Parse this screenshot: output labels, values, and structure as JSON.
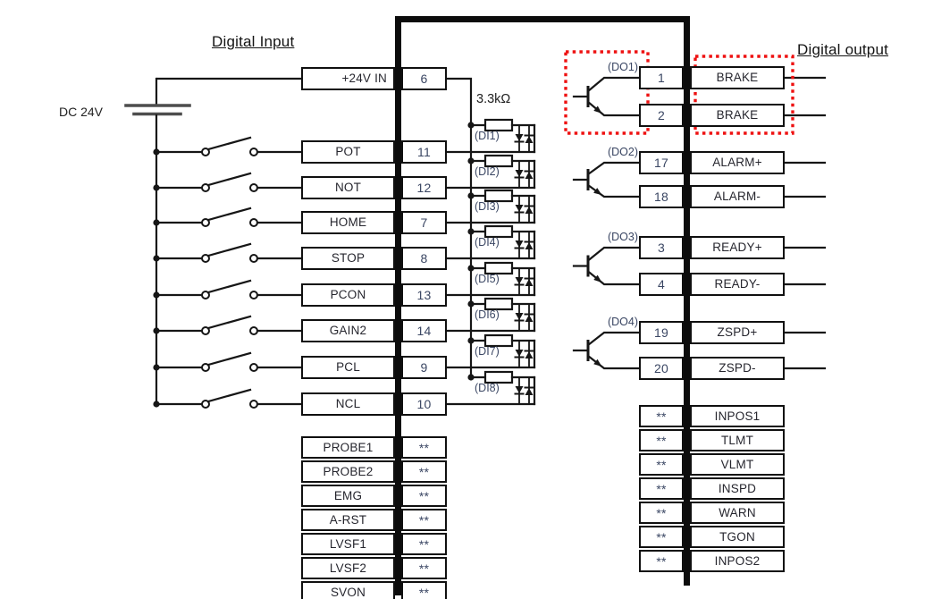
{
  "titles": {
    "input": "Digital Input",
    "output": "Digital output"
  },
  "power": {
    "source_label": "DC 24V",
    "supply": {
      "label": "+24V IN",
      "pin": "6"
    },
    "resistor_value": "3.3kΩ"
  },
  "digital_inputs": {
    "switched": [
      {
        "label": "POT",
        "pin": "11",
        "opto": "(DI1)"
      },
      {
        "label": "NOT",
        "pin": "12",
        "opto": "(DI2)"
      },
      {
        "label": "HOME",
        "pin": "7",
        "opto": "(DI3)"
      },
      {
        "label": "STOP",
        "pin": "8",
        "opto": "(DI4)"
      },
      {
        "label": "PCON",
        "pin": "13",
        "opto": "(DI5)"
      },
      {
        "label": "GAIN2",
        "pin": "14",
        "opto": "(DI6)"
      },
      {
        "label": "PCL",
        "pin": "9",
        "opto": "(DI7)"
      },
      {
        "label": "NCL",
        "pin": "10",
        "opto": "(DI8)"
      }
    ],
    "unassigned": [
      {
        "label": "PROBE1",
        "pin": "**"
      },
      {
        "label": "PROBE2",
        "pin": "**"
      },
      {
        "label": "EMG",
        "pin": "**"
      },
      {
        "label": "A-RST",
        "pin": "**"
      },
      {
        "label": "LVSF1",
        "pin": "**"
      },
      {
        "label": "LVSF2",
        "pin": "**"
      },
      {
        "label": "SVON",
        "pin": "**"
      }
    ]
  },
  "digital_outputs": {
    "groups": [
      {
        "name": "(DO1)",
        "highlighted": true,
        "rows": [
          {
            "pin": "1",
            "label": "BRAKE"
          },
          {
            "pin": "2",
            "label": "BRAKE"
          }
        ]
      },
      {
        "name": "(DO2)",
        "highlighted": false,
        "rows": [
          {
            "pin": "17",
            "label": "ALARM+"
          },
          {
            "pin": "18",
            "label": "ALARM-"
          }
        ]
      },
      {
        "name": "(DO3)",
        "highlighted": false,
        "rows": [
          {
            "pin": "3",
            "label": "READY+"
          },
          {
            "pin": "4",
            "label": "READY-"
          }
        ]
      },
      {
        "name": "(DO4)",
        "highlighted": false,
        "rows": [
          {
            "pin": "19",
            "label": "ZSPD+"
          },
          {
            "pin": "20",
            "label": "ZSPD-"
          }
        ]
      }
    ],
    "unassigned": [
      {
        "pin": "**",
        "label": "INPOS1"
      },
      {
        "pin": "**",
        "label": "TLMT"
      },
      {
        "pin": "**",
        "label": "VLMT"
      },
      {
        "pin": "**",
        "label": "INSPD"
      },
      {
        "pin": "**",
        "label": "WARN"
      },
      {
        "pin": "**",
        "label": "TGON"
      },
      {
        "pin": "**",
        "label": "INPOS2"
      }
    ]
  },
  "colors": {
    "wire": "#161616",
    "bar": "#0c0c0c",
    "highlight": "#ee1111",
    "pin_text": "#3a4663",
    "label_text": "#26262e"
  }
}
